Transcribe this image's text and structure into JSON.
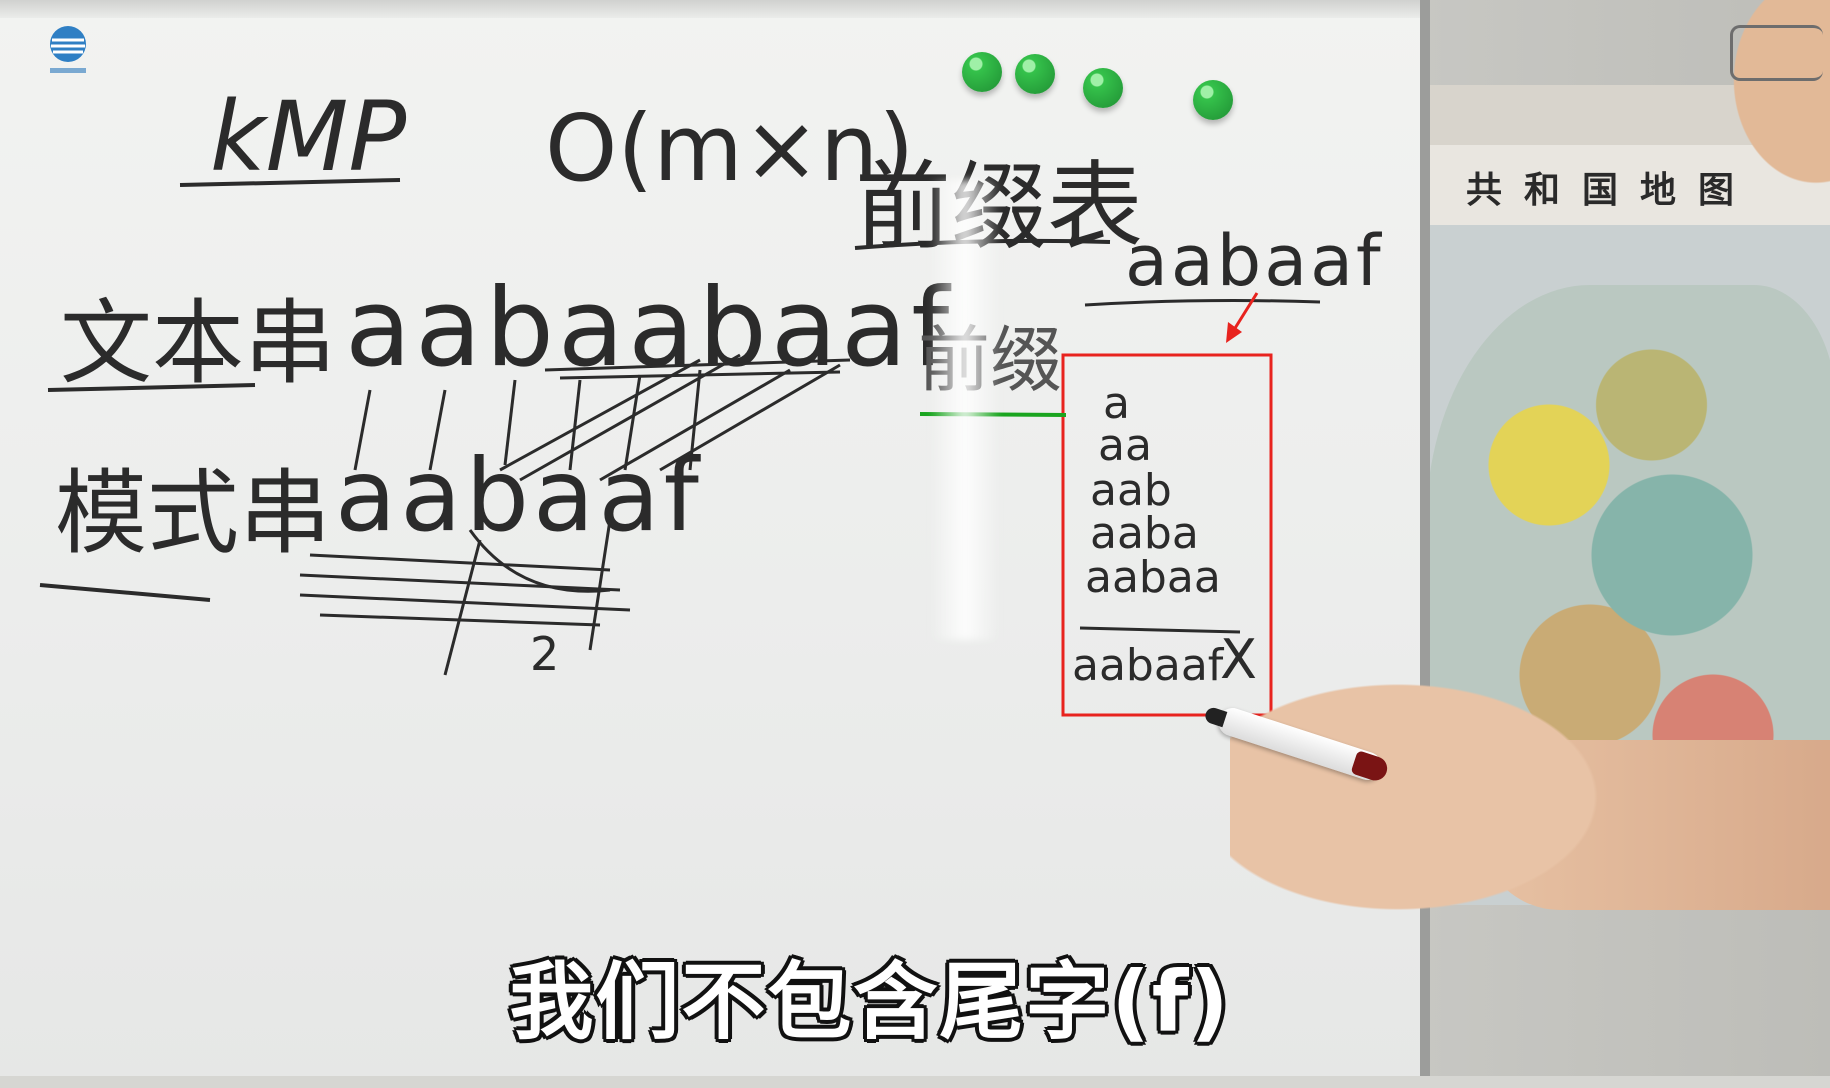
{
  "whiteboard": {
    "title_algorithm": "kMP",
    "title_complexity": "O(m×n)",
    "heading_table": "前缀表",
    "label_text_string": "文本串",
    "text_string": "aabaabaaf",
    "label_pattern_string": "模式串",
    "pattern_string": "aabaaf",
    "mark_number": "2",
    "top_right_pattern": "aabaaf",
    "label_prefix": "前缀",
    "prefix_list": [
      "a",
      "aa",
      "aab",
      "aaba",
      "aabaa"
    ],
    "excluded_item": "aabaaf",
    "excluded_mark": "X"
  },
  "background_map": {
    "title": "共和国地图"
  },
  "annotations": {
    "highlight_box_color": "#e8231e",
    "arrow_color": "#e8231e",
    "underline_color": "#1aa51f"
  },
  "subtitle": {
    "text": "我们不包含尾字(f)"
  }
}
